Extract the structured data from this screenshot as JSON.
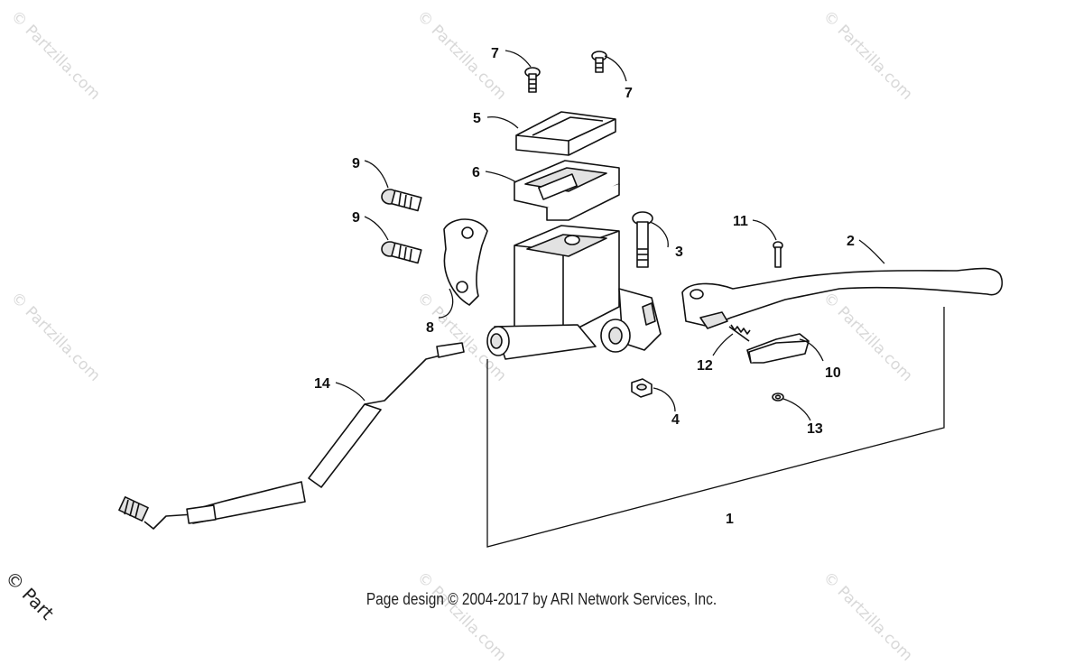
{
  "watermark": {
    "text": "© Partzilla.com"
  },
  "callouts": [
    "1",
    "2",
    "3",
    "4",
    "5",
    "6",
    "7",
    "8",
    "9",
    "10",
    "11",
    "12",
    "13",
    "14"
  ],
  "callout_7b": "7",
  "callout_9b": "9",
  "footer": {
    "text": "Page design © 2004-2017 by ARI Network Services, Inc."
  },
  "corner": {
    "text": "© Part"
  },
  "colors": {
    "line": "#111111",
    "watermark": "#d8d8d8",
    "background": "#ffffff"
  }
}
